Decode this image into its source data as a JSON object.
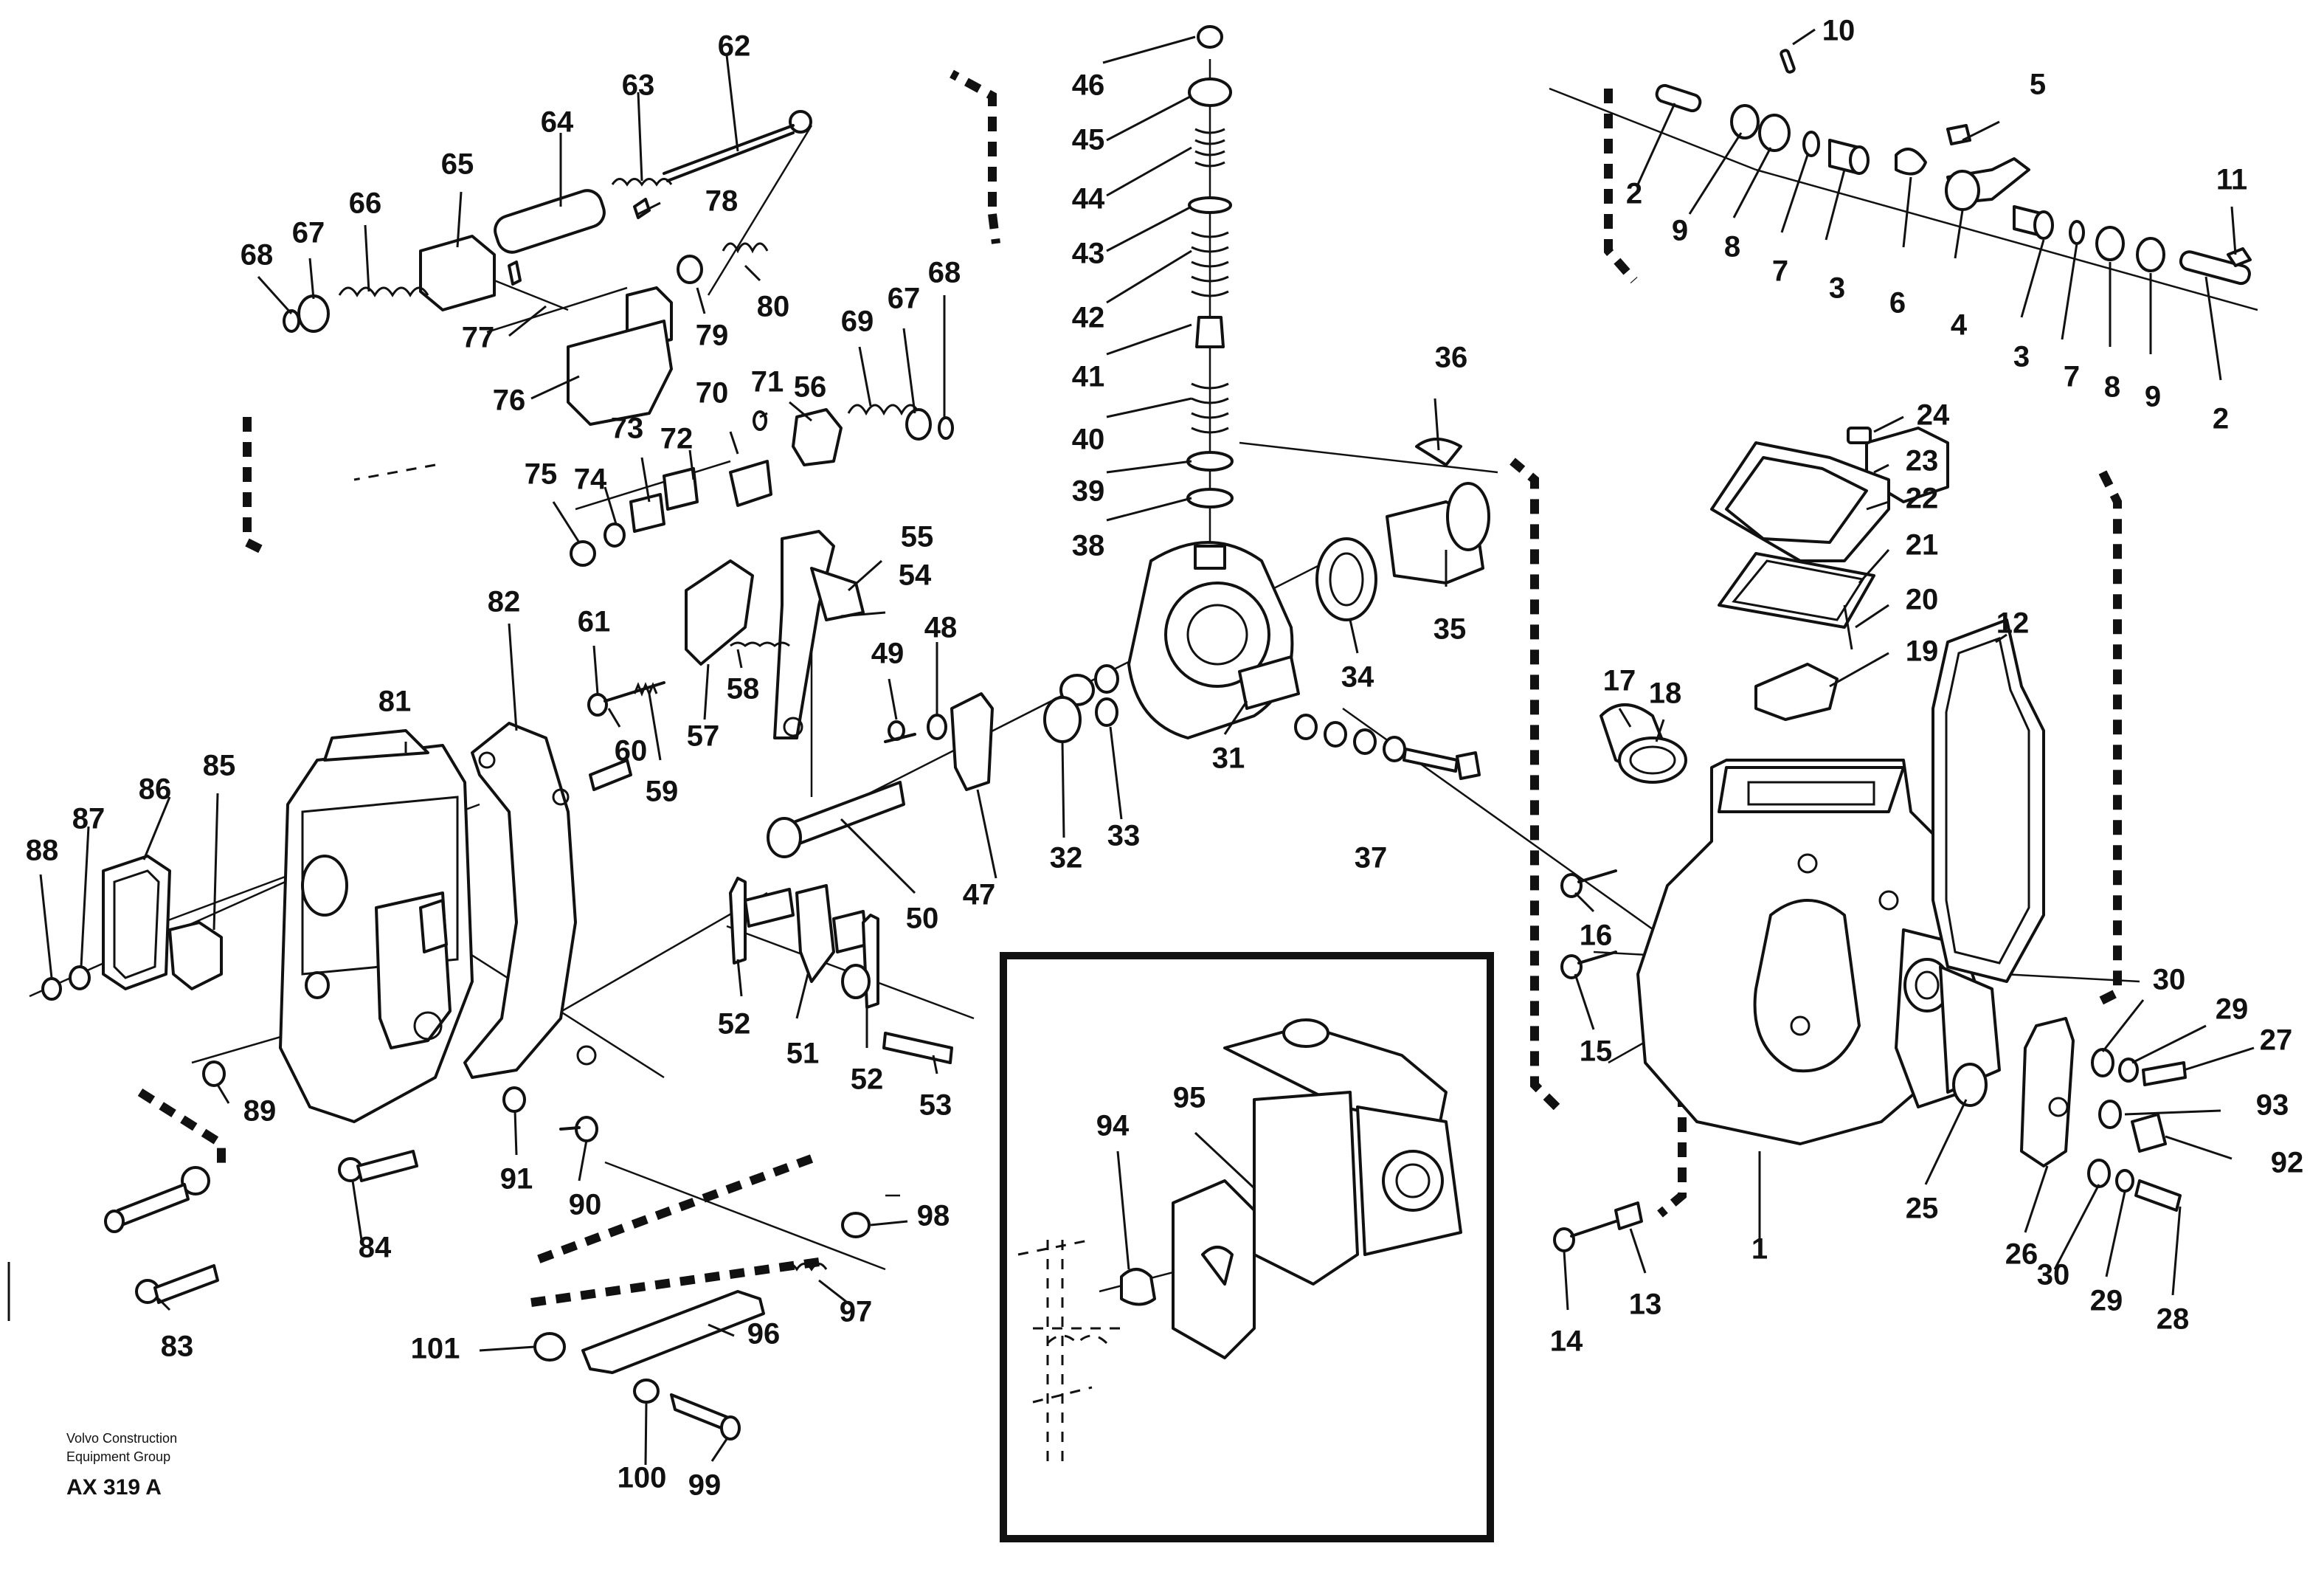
{
  "footer": {
    "company_line1": "Volvo Construction",
    "company_line2": "Equipment Group",
    "drawing_code": "AX 319 A"
  },
  "colors": {
    "ink": "#111111",
    "paper": "#ffffff"
  },
  "labels": {
    "l1": "1",
    "l2a": "2",
    "l2b": "2",
    "l3a": "3",
    "l3b": "3",
    "l4": "4",
    "l5": "5",
    "l6": "6",
    "l7a": "7",
    "l7b": "7",
    "l8a": "8",
    "l8b": "8",
    "l9a": "9",
    "l9b": "9",
    "l10": "10",
    "l11": "11",
    "l12": "12",
    "l13": "13",
    "l14": "14",
    "l15": "15",
    "l16": "16",
    "l17": "17",
    "l18": "18",
    "l19": "19",
    "l20": "20",
    "l21": "21",
    "l22": "22",
    "l23": "23",
    "l24": "24",
    "l25": "25",
    "l26": "26",
    "l27": "27",
    "l28": "28",
    "l29a": "29",
    "l29b": "29",
    "l30a": "30",
    "l30b": "30",
    "l31": "31",
    "l32": "32",
    "l33": "33",
    "l34": "34",
    "l35": "35",
    "l36": "36",
    "l37": "37",
    "l38": "38",
    "l39": "39",
    "l40": "40",
    "l41": "41",
    "l42": "42",
    "l43": "43",
    "l44": "44",
    "l45": "45",
    "l46": "46",
    "l47": "47",
    "l48": "48",
    "l49": "49",
    "l50": "50",
    "l51": "51",
    "l52a": "52",
    "l52b": "52",
    "l53": "53",
    "l54": "54",
    "l55": "55",
    "l56": "56",
    "l57": "57",
    "l58": "58",
    "l59": "59",
    "l60": "60",
    "l61": "61",
    "l62": "62",
    "l63": "63",
    "l64": "64",
    "l65": "65",
    "l66": "66",
    "l67a": "67",
    "l67b": "67",
    "l68a": "68",
    "l68b": "68",
    "l69": "69",
    "l70": "70",
    "l71": "71",
    "l72": "72",
    "l73": "73",
    "l74": "74",
    "l75": "75",
    "l76": "76",
    "l77": "77",
    "l78": "78",
    "l79": "79",
    "l80": "80",
    "l81": "81",
    "l82": "82",
    "l83": "83",
    "l84": "84",
    "l85": "85",
    "l86": "86",
    "l87": "87",
    "l88": "88",
    "l89": "89",
    "l90": "90",
    "l91": "91",
    "l92": "92",
    "l93": "93",
    "l94": "94",
    "l95": "95",
    "l96": "96",
    "l97": "97",
    "l98": "98",
    "l99": "99",
    "l100": "100",
    "l101": "101"
  }
}
